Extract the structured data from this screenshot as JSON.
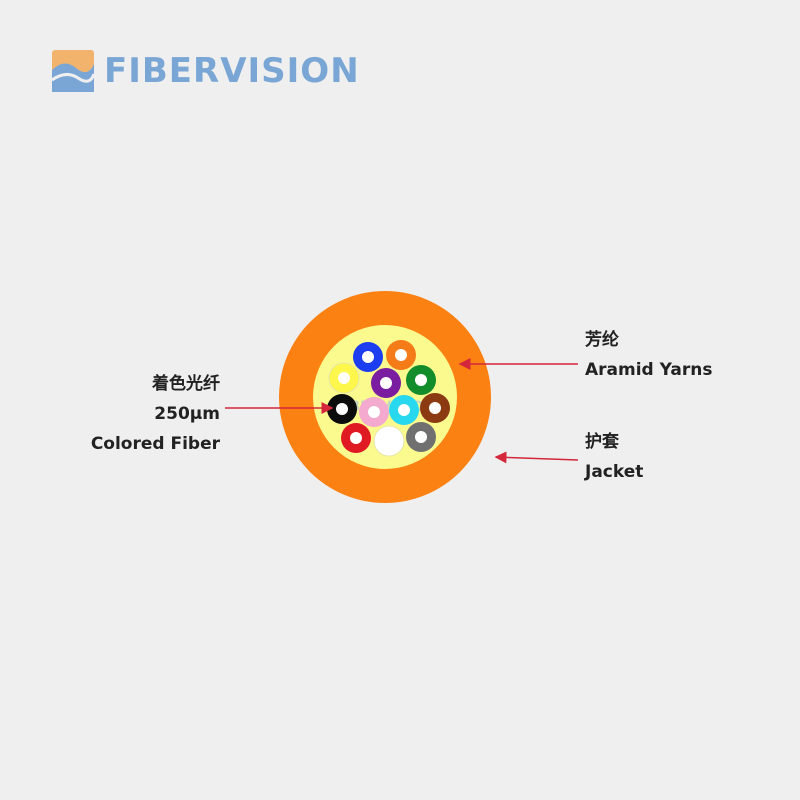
{
  "brand": {
    "name": "FIBERVISION",
    "watermark": "FIBERVISION"
  },
  "labels": {
    "aramid_cn": "芳纶",
    "aramid_en": "Aramid Yarns",
    "jacket_cn": "护套",
    "jacket_en": "Jacket",
    "fiber_cn": "着色光纤",
    "fiber_size": "250μm",
    "fiber_en": "Colored Fiber"
  },
  "colors": {
    "jacket": "#fb8112",
    "aramid": "#fbfa8e",
    "arrow": "#d4273b",
    "logo_text": "#7aa6d6"
  },
  "fibers": [
    {
      "name": "blue",
      "color": "#1d3df0"
    },
    {
      "name": "orange",
      "color": "#f57b18"
    },
    {
      "name": "yellow",
      "color": "#fcf74a"
    },
    {
      "name": "violet",
      "color": "#7a1da0"
    },
    {
      "name": "green",
      "color": "#138d2c"
    },
    {
      "name": "black",
      "color": "#0c0c0c"
    },
    {
      "name": "rose",
      "color": "#f4a9cf"
    },
    {
      "name": "aqua",
      "color": "#27d8ee"
    },
    {
      "name": "brown",
      "color": "#8b3a12"
    },
    {
      "name": "red",
      "color": "#e01a22"
    },
    {
      "name": "white",
      "color": "#ffffff"
    },
    {
      "name": "slate",
      "color": "#707070"
    }
  ]
}
